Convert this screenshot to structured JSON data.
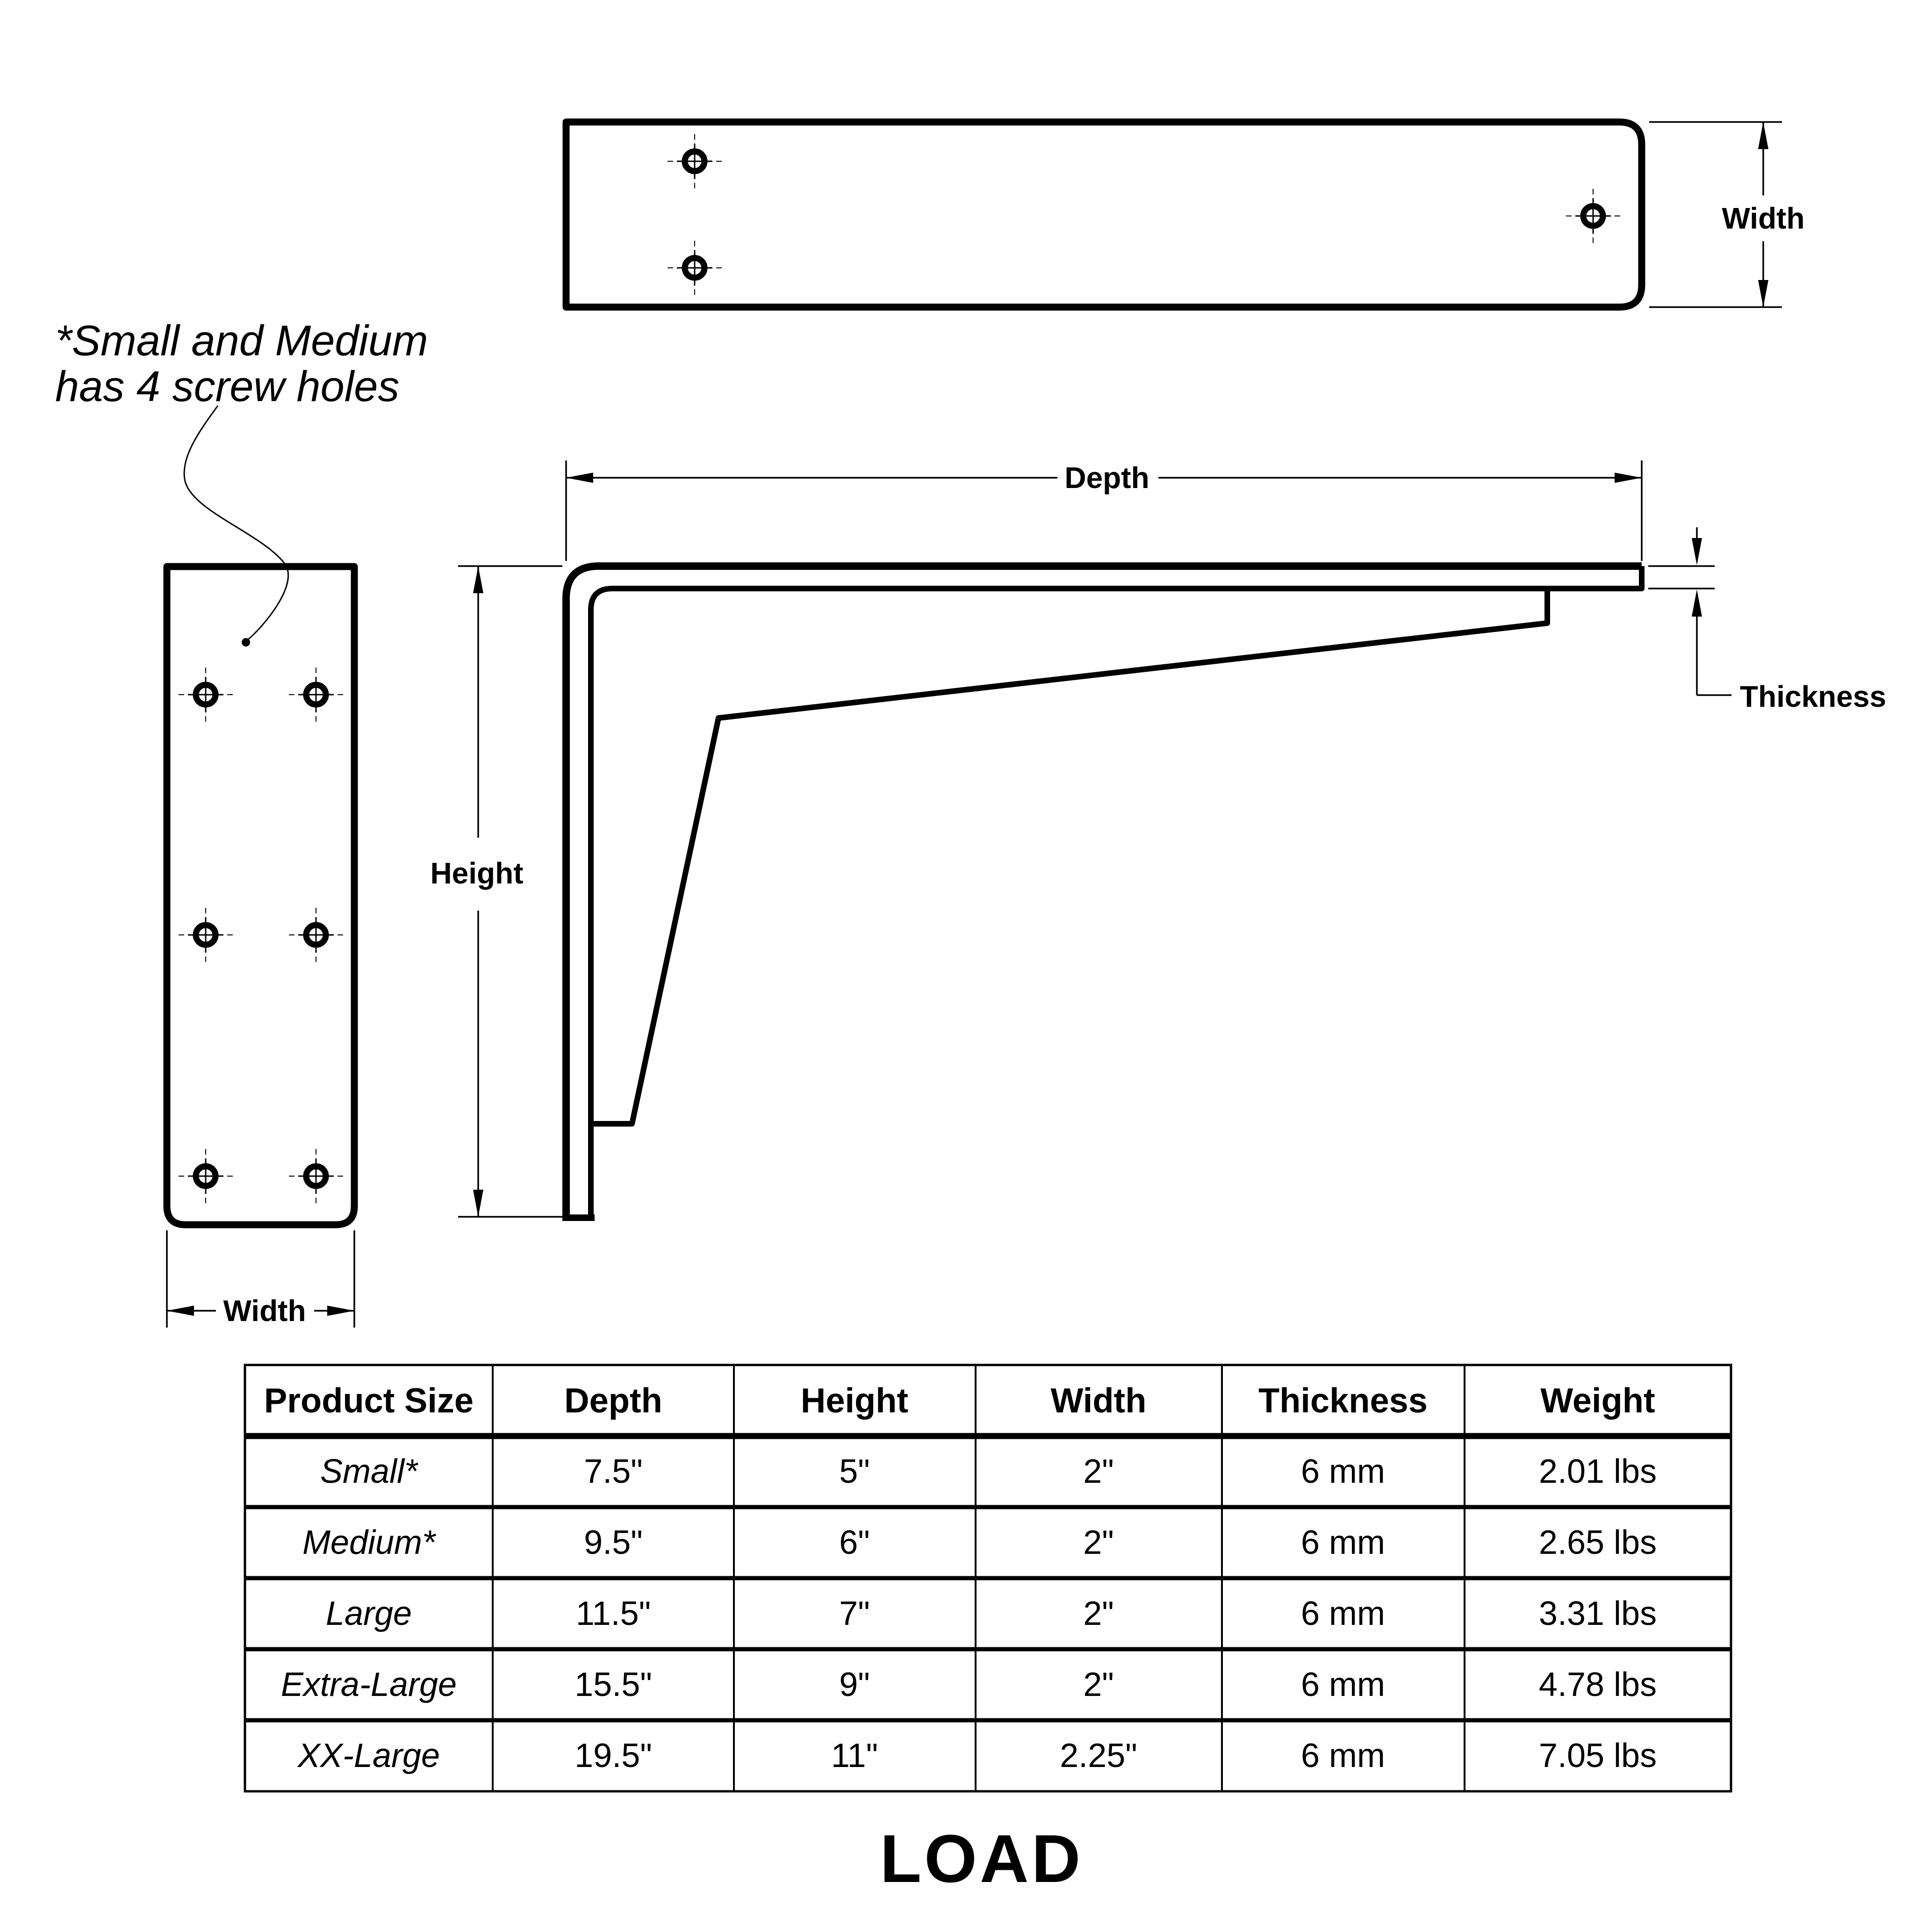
{
  "drawing": {
    "note": {
      "line1": "*Small and Medium",
      "line2": "has 4 screw holes"
    },
    "top_view": {
      "width_label": "Width"
    },
    "profile_view": {
      "depth_label": "Depth",
      "height_label": "Height",
      "thickness_label": "Thickness"
    },
    "plate_view": {
      "width_label": "Width"
    }
  },
  "table": {
    "headers": [
      "Product Size",
      "Depth",
      "Height",
      "Width",
      "Thickness",
      "Weight"
    ],
    "rows": [
      [
        "Small*",
        "7.5\"",
        "5\"",
        "2\"",
        "6 mm",
        "2.01 lbs"
      ],
      [
        "Medium*",
        "9.5\"",
        "6\"",
        "2\"",
        "6 mm",
        "2.65 lbs"
      ],
      [
        "Large",
        "11.5\"",
        "7\"",
        "2\"",
        "6 mm",
        "3.31 lbs"
      ],
      [
        "Extra-Large",
        "15.5\"",
        "9\"",
        "2\"",
        "6 mm",
        "4.78 lbs"
      ],
      [
        "XX-Large",
        "19.5\"",
        "11\"",
        "2.25\"",
        "6 mm",
        "7.05 lbs"
      ]
    ]
  },
  "footer": {
    "load_label": "LOAD"
  },
  "colors": {
    "ink": "#000000",
    "paper": "#ffffff"
  }
}
